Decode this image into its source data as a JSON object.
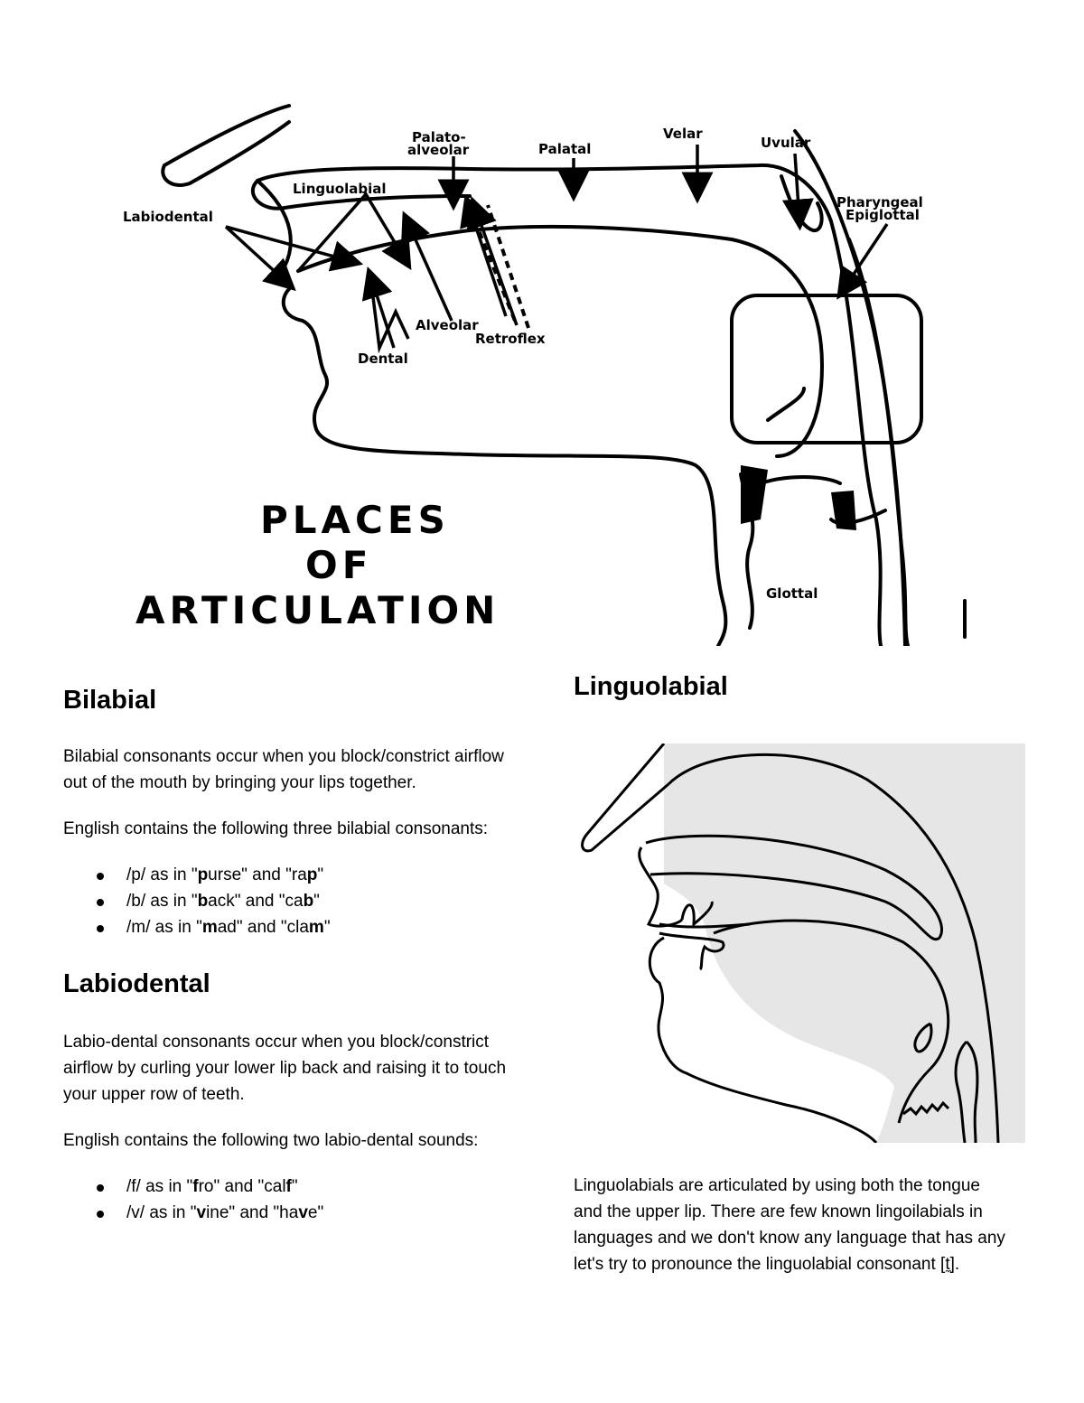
{
  "diagram": {
    "title_lines": [
      "PLACES",
      "OF",
      "ARTICULATION"
    ],
    "labels": {
      "palato_alveolar_1": "Palato-",
      "palato_alveolar_2": "alveolar",
      "palatal": "Palatal",
      "velar": "Velar",
      "uvular": "Uvular",
      "linguolabial": "Linguolabial",
      "labiodental": "Labiodental",
      "pharyngeal": "Pharyngeal",
      "epiglottal": "Epiglottal",
      "alveolar": "Alveolar",
      "retroflex": "Retroflex",
      "dental": "Dental",
      "glottal": "Glottal"
    }
  },
  "bilabial": {
    "heading": "Bilabial",
    "para1": "Bilabial consonants occur when you block/constrict airflow out of the mouth by bringing your lips together.",
    "para2": "English contains the following three bilabial consonants:",
    "examples": [
      {
        "pre": "/p/ as in \"",
        "b1": "p",
        "mid1": "urse\" and \"ra",
        "b2": "p",
        "post": "\""
      },
      {
        "pre": "/b/ as in \"",
        "b1": "b",
        "mid1": "ack\" and \"ca",
        "b2": "b",
        "post": "\""
      },
      {
        "pre": "/m/ as in \"",
        "b1": "m",
        "mid1": "ad\" and \"cla",
        "b2": "m",
        "post": "\""
      }
    ]
  },
  "labiodental": {
    "heading": "Labiodental",
    "para1": "Labio-dental consonants occur when you block/constrict airflow by curling your lower lip back and raising it to touch your upper row of teeth.",
    "para2": "English contains the following two labio-dental sounds:",
    "examples": [
      {
        "pre": "/f/ as in \"",
        "b1": "f",
        "mid1": "ro\" and \"cal",
        "b2": "f",
        "post": "\""
      },
      {
        "pre": "/v/ as in \"",
        "b1": "v",
        "mid1": "ine\" and \"ha",
        "b2": "v",
        "post": "e\""
      }
    ]
  },
  "linguolabial": {
    "heading": "Linguolabial",
    "para_main": "Linguolabials are articulated by using both the tongue and the upper lip. There are few known lingoilabials in languages and we don't know any language that has any let's try to pronounce the linguolabial consonant [",
    "symbol": "t̼",
    "para_end": "]."
  }
}
